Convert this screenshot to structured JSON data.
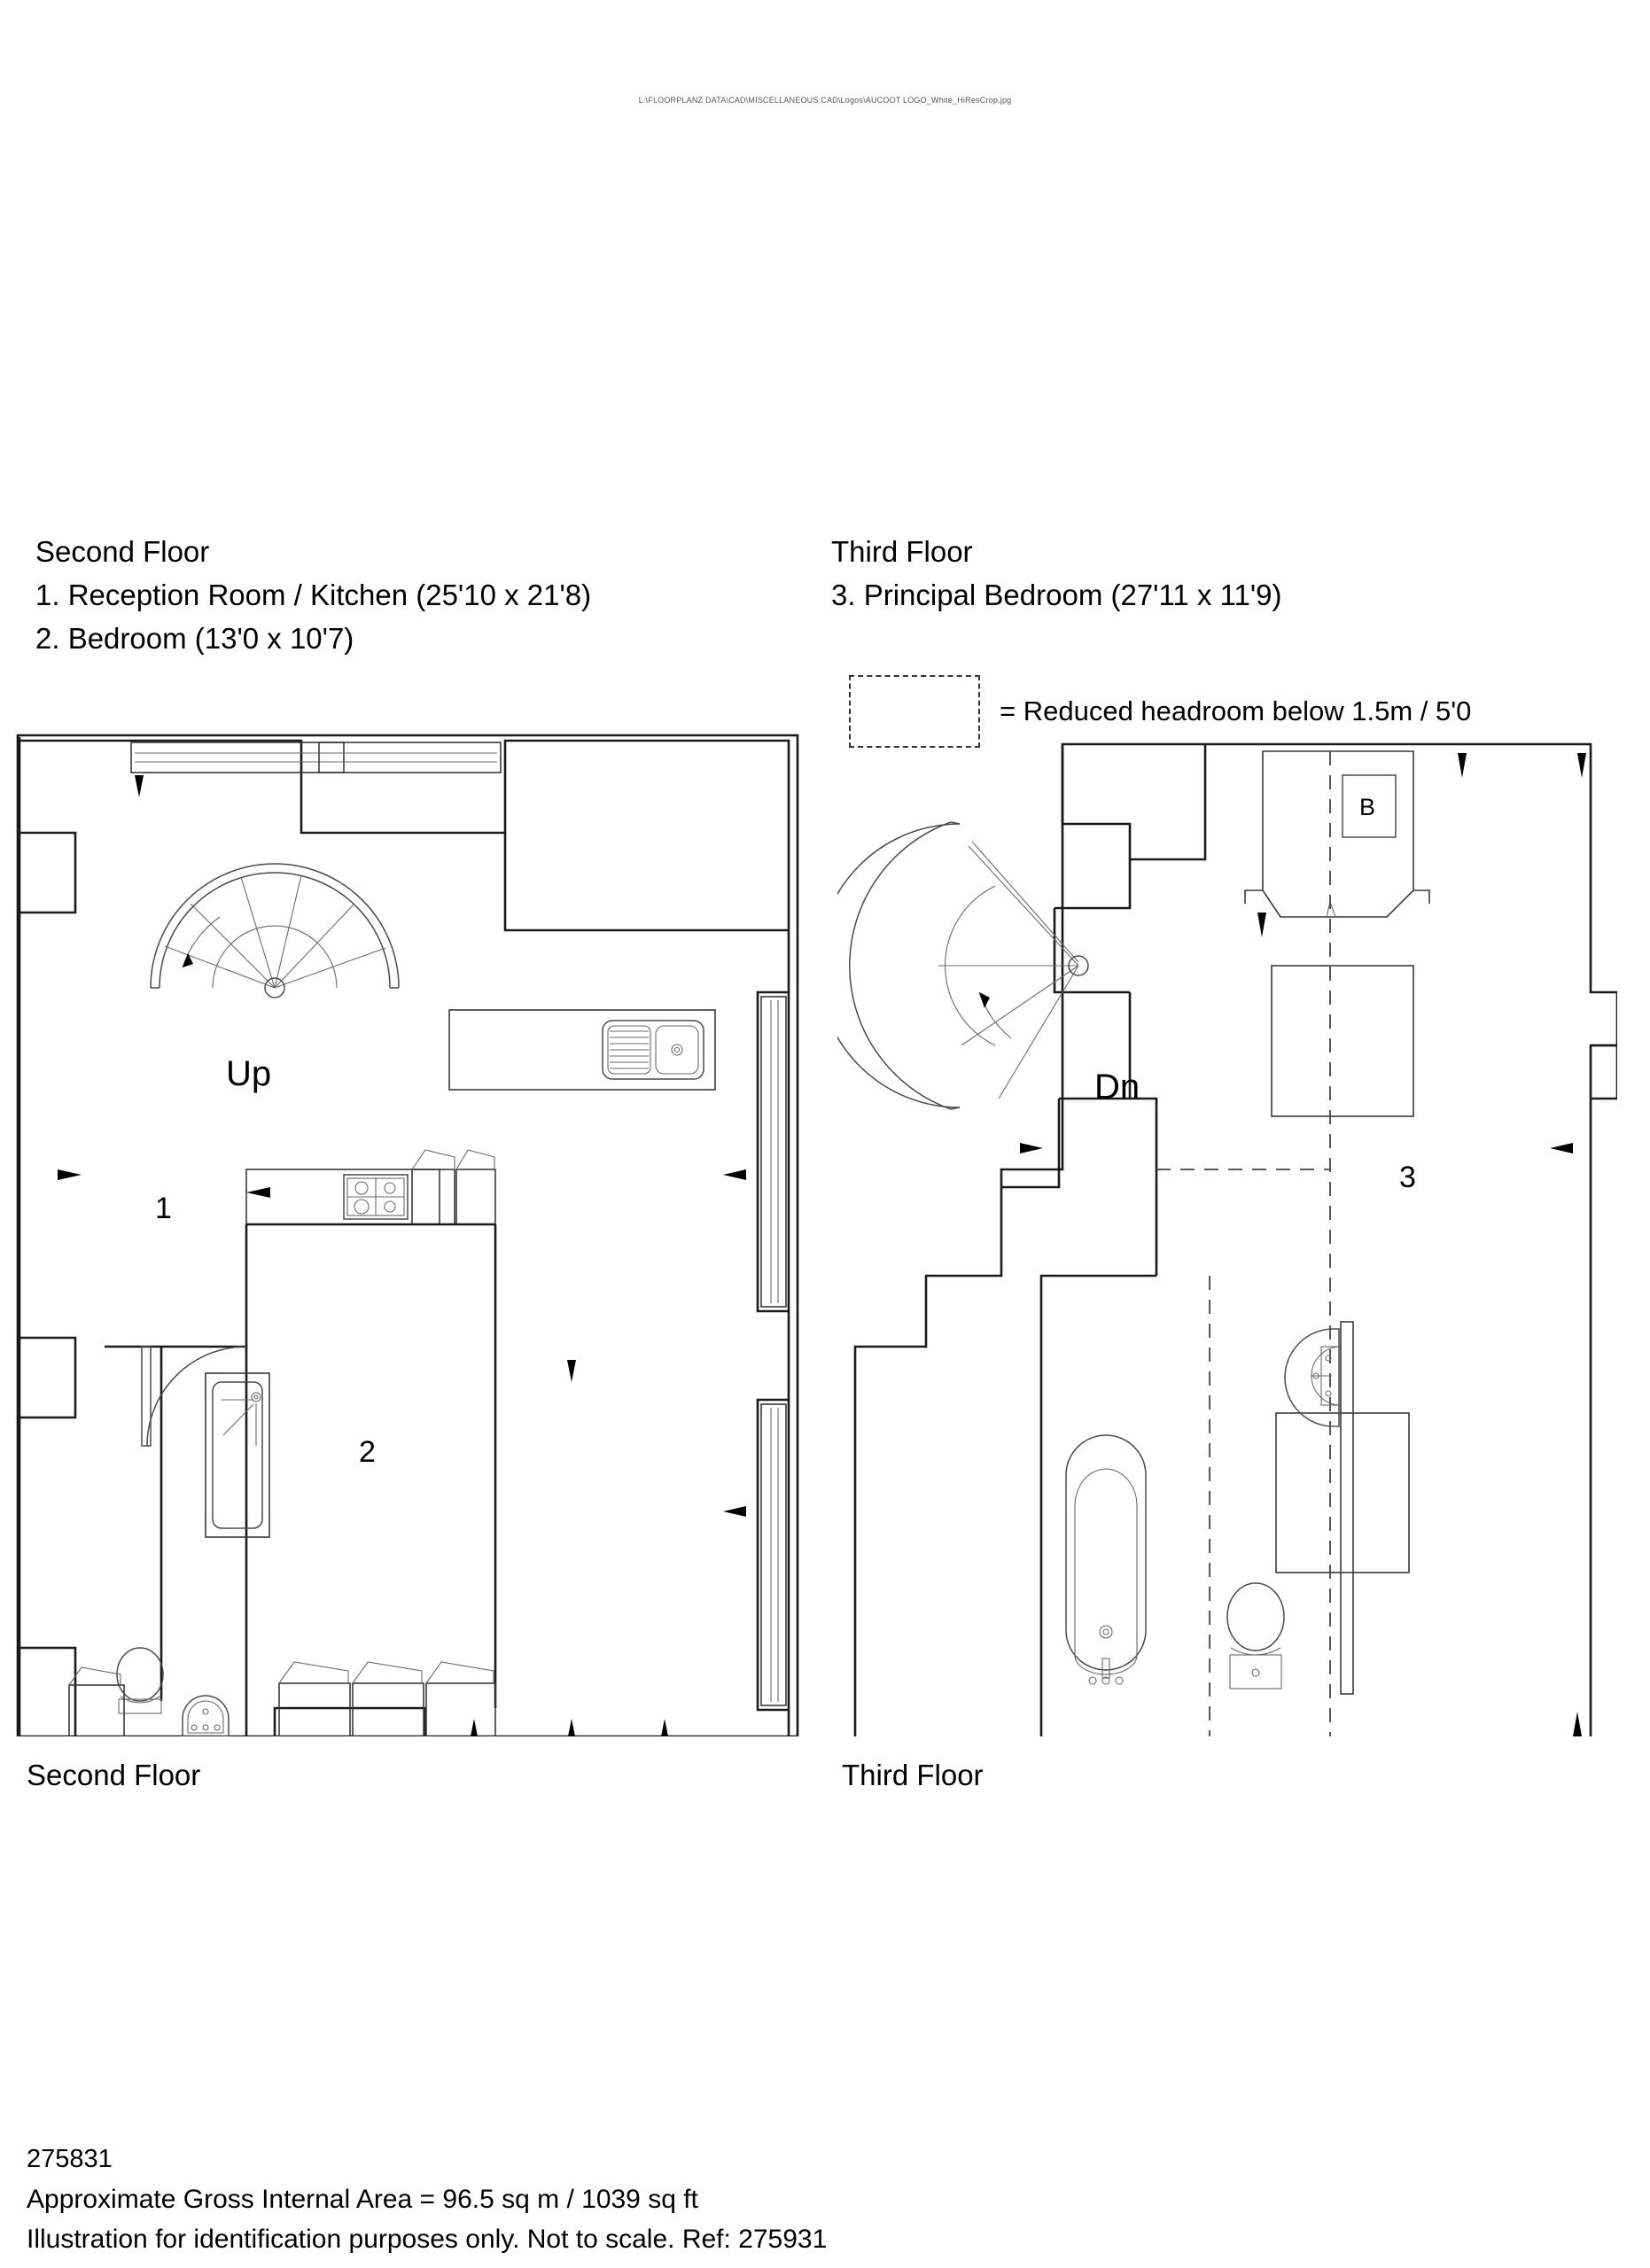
{
  "watermark": {
    "path_text": "L:\\FLOORPLANZ DATA\\CAD\\MISCELLANEOUS CAD\\Logos\\AUCOOT LOGO_White_HiResCrop.jpg"
  },
  "legend": {
    "second": {
      "title": "Second Floor",
      "rooms": [
        "1. Reception Room / Kitchen (25'10 x 21'8)",
        "2. Bedroom (13'0 x 10'7)"
      ]
    },
    "third": {
      "title": "Third Floor",
      "rooms": [
        "3. Principal Bedroom (27'11 x 11'9)"
      ]
    }
  },
  "headroom_key": {
    "label": "= Reduced headroom below 1.5m / 5'0"
  },
  "captions": {
    "second": "Second Floor",
    "third": "Third Floor"
  },
  "plan_labels": {
    "second": {
      "stair": "Up",
      "room_1": "1",
      "room_2": "2"
    },
    "third": {
      "stair": "Dn",
      "room_3": "3",
      "boiler": "B"
    }
  },
  "footer": {
    "ref_top": "275831",
    "area_line": "Approximate Gross Internal Area = 96.5 sq m / 1039 sq ft",
    "disclaimer": "Illustration for identification purposes only. Not to scale. Ref: 275931"
  },
  "colors": {
    "wall": "#1a1a1a",
    "fixture": "#4a4a4a",
    "dashed": "#444444",
    "background": "#ffffff"
  }
}
